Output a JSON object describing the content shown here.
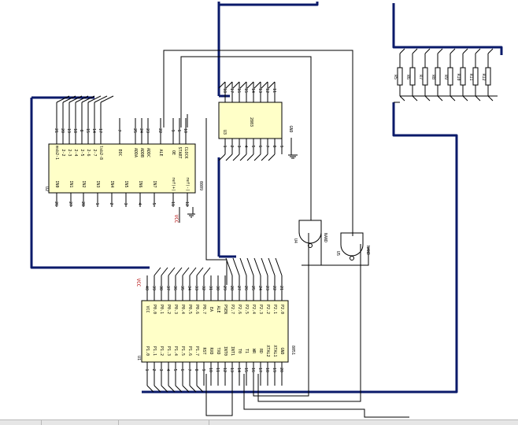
{
  "u2": {
    "ref": "U2",
    "part": "0809",
    "top_pins": [
      {
        "num": "21",
        "name": "msb2-1"
      },
      {
        "num": "20",
        "name": "2-2"
      },
      {
        "num": "19",
        "name": "2-3"
      },
      {
        "num": "18",
        "name": "2-4"
      },
      {
        "num": "8",
        "name": "2-5"
      },
      {
        "num": "15",
        "name": "2-6"
      },
      {
        "num": "14",
        "name": "2-7"
      },
      {
        "num": "17",
        "name": "lsb2-8"
      },
      {
        "num": "7",
        "name": "EOC"
      },
      {
        "num": "25",
        "name": "ADDA"
      },
      {
        "num": "24",
        "name": "ADDB"
      },
      {
        "num": "23",
        "name": "ADDC"
      },
      {
        "num": "22",
        "name": "ALE"
      },
      {
        "num": "9",
        "name": "OE"
      },
      {
        "num": "6",
        "name": "START"
      },
      {
        "num": "10",
        "name": "CLOCK"
      }
    ],
    "bottom_pins": [
      {
        "num": "26",
        "name": "IN0"
      },
      {
        "num": "27",
        "name": "IN1"
      },
      {
        "num": "28",
        "name": "IN2"
      },
      {
        "num": "1",
        "name": "IN3"
      },
      {
        "num": "2",
        "name": "IN4"
      },
      {
        "num": "3",
        "name": "IN5"
      },
      {
        "num": "4",
        "name": "IN6"
      },
      {
        "num": "5",
        "name": "IN7"
      },
      {
        "num": "11",
        "name": "ref(+)"
      },
      {
        "num": "12",
        "name": "ref(-)"
      }
    ],
    "vcc_label": "VCC"
  },
  "u1": {
    "ref": "U1",
    "part": "8051",
    "vcc_label": "VCC",
    "top_pins": [
      {
        "num": "40",
        "name": "VCC"
      },
      {
        "num": "39",
        "name": "P0.0"
      },
      {
        "num": "38",
        "name": "P0.1"
      },
      {
        "num": "37",
        "name": "P0.2"
      },
      {
        "num": "36",
        "name": "P0.3"
      },
      {
        "num": "35",
        "name": "P0.4"
      },
      {
        "num": "34",
        "name": "P0.5"
      },
      {
        "num": "33",
        "name": "P0.6"
      },
      {
        "num": "32",
        "name": "P0.7"
      },
      {
        "num": "31",
        "name": "EA"
      },
      {
        "num": "30",
        "name": "ALE"
      },
      {
        "num": "29",
        "name": "PSEN"
      },
      {
        "num": "28",
        "name": "P2.7"
      },
      {
        "num": "27",
        "name": "P2.6"
      },
      {
        "num": "26",
        "name": "P2.5"
      },
      {
        "num": "25",
        "name": "P2.4"
      },
      {
        "num": "24",
        "name": "P2.3"
      },
      {
        "num": "23",
        "name": "P2.2"
      },
      {
        "num": "22",
        "name": "P2.1"
      },
      {
        "num": "21",
        "name": "P2.0"
      }
    ],
    "bottom_pins": [
      {
        "num": "1",
        "name": "P1.0"
      },
      {
        "num": "2",
        "name": "P1.1"
      },
      {
        "num": "3",
        "name": "P1.2"
      },
      {
        "num": "4",
        "name": "P1.3"
      },
      {
        "num": "5",
        "name": "P1.4"
      },
      {
        "num": "6",
        "name": "P1.5"
      },
      {
        "num": "7",
        "name": "P1.6"
      },
      {
        "num": "8",
        "name": "P1.7"
      },
      {
        "num": "9",
        "name": "RST"
      },
      {
        "num": "10",
        "name": "RXD"
      },
      {
        "num": "11",
        "name": "TXD"
      },
      {
        "num": "12",
        "name": "INT0"
      },
      {
        "num": "13",
        "name": "INT1"
      },
      {
        "num": "14",
        "name": "T0"
      },
      {
        "num": "15",
        "name": "T1"
      },
      {
        "num": "16",
        "name": "WR"
      },
      {
        "num": "17",
        "name": "RD"
      },
      {
        "num": "18",
        "name": "XTAL2"
      },
      {
        "num": "19",
        "name": "XTAL1"
      },
      {
        "num": "20",
        "name": "GND"
      }
    ]
  },
  "u3": {
    "ref": "U3",
    "part": "2803",
    "top_pins": [
      "18",
      "17",
      "16",
      "15",
      "14",
      "13",
      "12",
      "11"
    ],
    "bottom_pins": [
      "1",
      "2",
      "3",
      "4",
      "5",
      "6",
      "7",
      "8",
      "9"
    ],
    "right_label": "GND"
  },
  "gates": [
    {
      "ref": "U4",
      "type": "NAND"
    },
    {
      "ref": "U5",
      "type": "NAND"
    }
  ],
  "resistors": [
    "R5",
    "R6",
    "R7",
    "R8",
    "R9",
    "R10",
    "R11",
    "R12"
  ],
  "colors": {
    "chip_fill": "#ffffc8",
    "bus": "#0a1a6a",
    "vcc_label": "#b00000",
    "wire": "#000000"
  }
}
